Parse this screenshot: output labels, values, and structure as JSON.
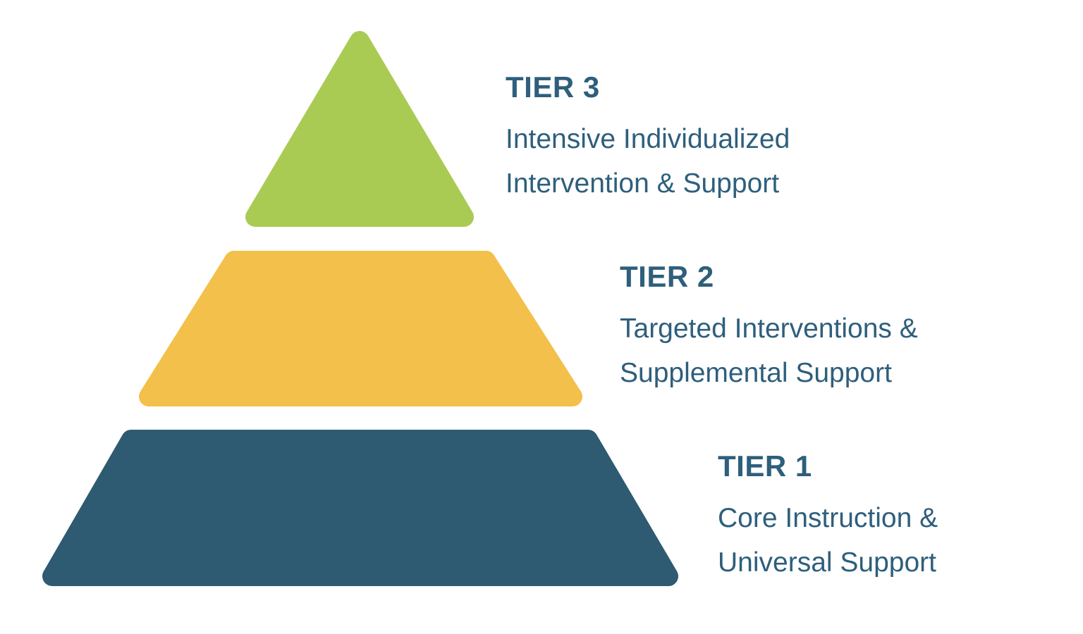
{
  "diagram": {
    "type": "pyramid",
    "background_color": "#ffffff",
    "text_color": "#2e5f7c",
    "tiers": [
      {
        "id": "tier3",
        "label": "TIER 3",
        "description_line1": "Intensive Individualized",
        "description_line2": "Intervention & Support",
        "color": "#a9cb53",
        "position": "top"
      },
      {
        "id": "tier2",
        "label": "TIER 2",
        "description_line1": "Targeted Interventions &",
        "description_line2": "Supplemental Support",
        "color": "#f2c04b",
        "position": "middle"
      },
      {
        "id": "tier1",
        "label": "TIER 1",
        "description_line1": "Core Instruction &",
        "description_line2": "Universal Support",
        "color": "#2e5a72",
        "position": "bottom"
      }
    ]
  }
}
